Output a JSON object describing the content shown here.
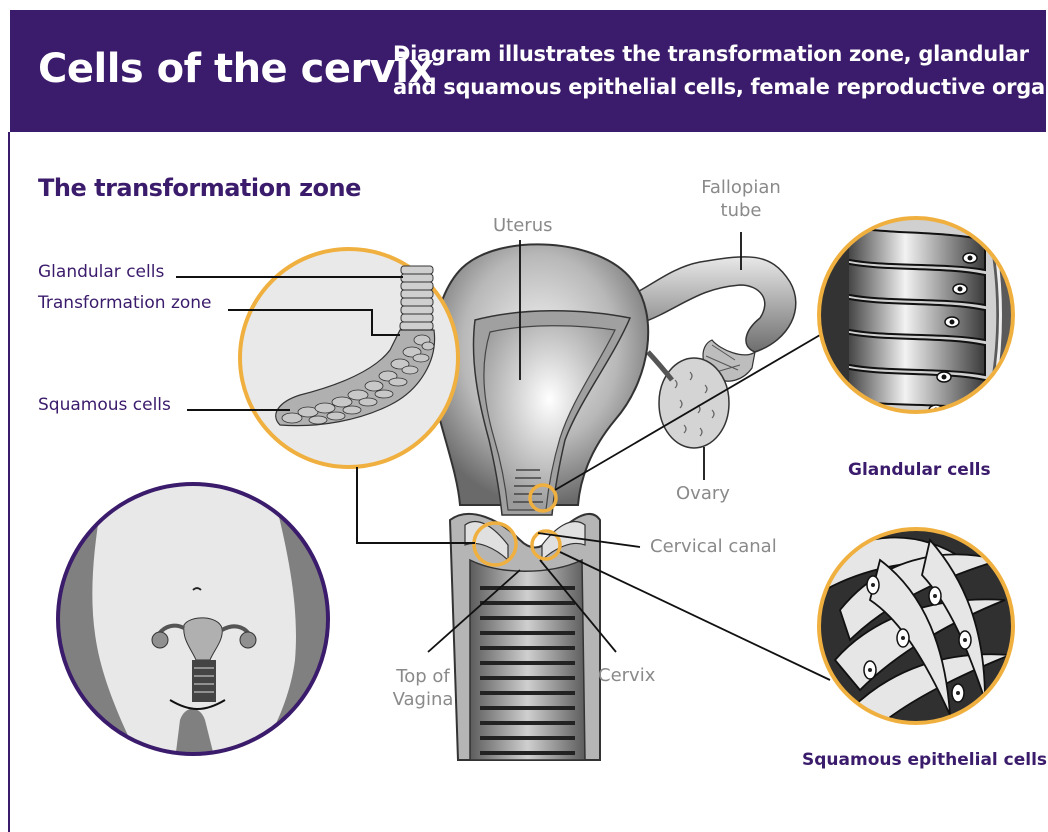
{
  "header": {
    "title": "Cells of the cervix",
    "subtitle_line1": "Diagram illustrates the transformation zone, glandular",
    "subtitle_line2": "and squamous epithelial cells, female reproductive organs"
  },
  "section_heading": "The transformation zone",
  "labels": {
    "glandular_cells_left": "Glandular cells",
    "transformation_zone": "Transformation zone",
    "squamous_cells": "Squamous cells",
    "uterus": "Uterus",
    "fallopian_tube_line1": "Fallopian",
    "fallopian_tube_line2": "tube",
    "ovary": "Ovary",
    "cervical_canal": "Cervical canal",
    "top_of_vagina_line1": "Top of",
    "top_of_vagina_line2": "Vagina",
    "cervix": "Cervix",
    "glandular_cells_right": "Glandular cells",
    "squamous_epithelial_cells": "Squamous epithelial cells"
  },
  "colors": {
    "brand_purple": "#3b1b6b",
    "highlight_orange": "#f0b040",
    "label_grey": "#8a8a8a",
    "organ_grey": "#8c8c8c"
  }
}
